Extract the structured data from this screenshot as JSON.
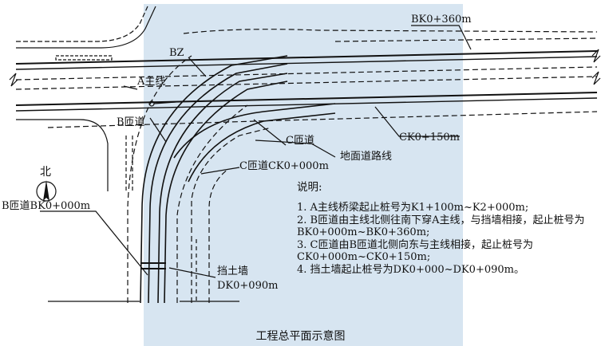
{
  "diagram": {
    "caption": "工程总平面示意图",
    "labels": {
      "bk360": "BK0+360m",
      "bz": "BZ",
      "a_mainline": "A主线",
      "b_ramp": "B匝道",
      "c_ramp": "C匝道",
      "ground_road": "地面道路线",
      "c_ramp_start": "C匝道CK0+000m",
      "ck150": "CK0+150m",
      "north": "北",
      "b_ramp_start": "B匝道BK0+000m",
      "retaining_wall": "挡土墙",
      "dk090": "DK0+090m"
    },
    "notes": {
      "title": "说明:",
      "items": [
        "1. A主线桥梁起止桩号为K1+100m~K2+000m;",
        "2. B匝道由主线北侧往南下穿A主线，与挡墙相接，起止桩号为BK0+000m~BK0+360m;",
        "3. C匝道由B匝道北侧向东与主线相接，起止桩号为CK0+000m~CK0+150m;",
        "4. 挡土墙起止桩号为DK0+000~DK0+090m。"
      ]
    },
    "colors": {
      "line": "#111111",
      "watermark": "#c9dcec"
    }
  }
}
